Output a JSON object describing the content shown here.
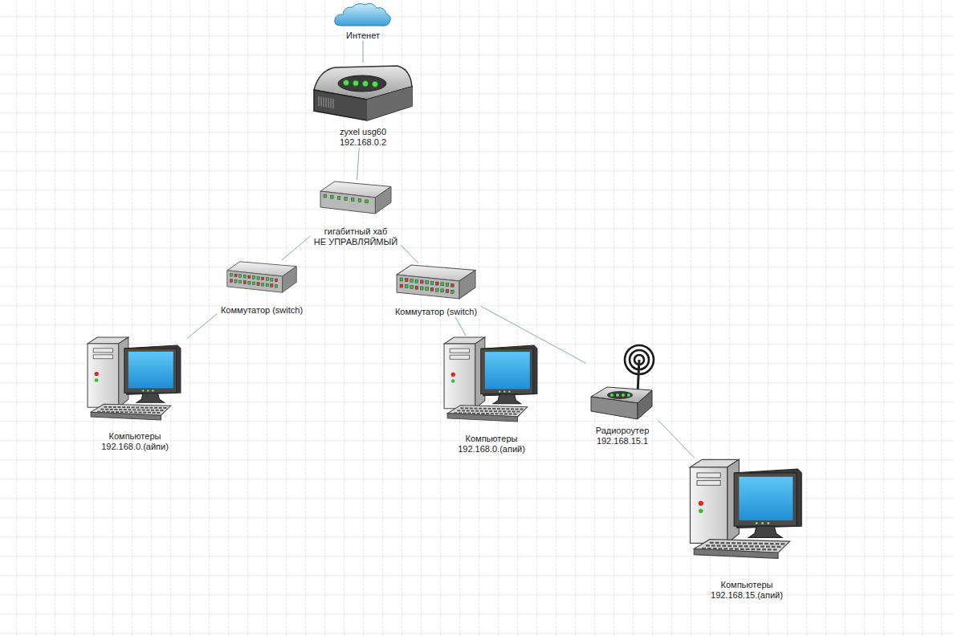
{
  "diagram": {
    "nodes": [
      {
        "text": [
          "Интенет"
        ]
      },
      {
        "text": [
          "zyxel usg60",
          "192.168.0.2"
        ]
      },
      {
        "text": [
          "гигабитный хаб",
          "НЕ УПРАВЛЯЙМЫЙ"
        ]
      },
      {
        "text": [
          "Коммутатор (switch)"
        ]
      },
      {
        "text": [
          "Коммутатор (switch)"
        ]
      },
      {
        "text": [
          "Компьютеры",
          "192.168.0.(айпи)"
        ]
      },
      {
        "text": [
          "Компьютеры",
          "192.168.0.(апий)"
        ]
      },
      {
        "text": [
          "Радиороутер",
          "192.168.15.1"
        ]
      },
      {
        "text": [
          "Компьютеры",
          "192.168.15.(апий)"
        ]
      }
    ],
    "edges": [
      {
        "from": 0,
        "to": 1,
        "arrow": "none"
      },
      {
        "from": 1,
        "to": 2,
        "arrow": "none"
      },
      {
        "from": 2,
        "to": 3,
        "arrow": "none"
      },
      {
        "from": 2,
        "to": 4,
        "arrow": "none"
      },
      {
        "from": 3,
        "to": 5,
        "arrow": "none"
      },
      {
        "from": 4,
        "to": 6,
        "arrow": "none"
      },
      {
        "from": 4,
        "to": 7,
        "arrow": "none"
      },
      {
        "from": 7,
        "to": 8,
        "arrow": "none"
      }
    ]
  }
}
